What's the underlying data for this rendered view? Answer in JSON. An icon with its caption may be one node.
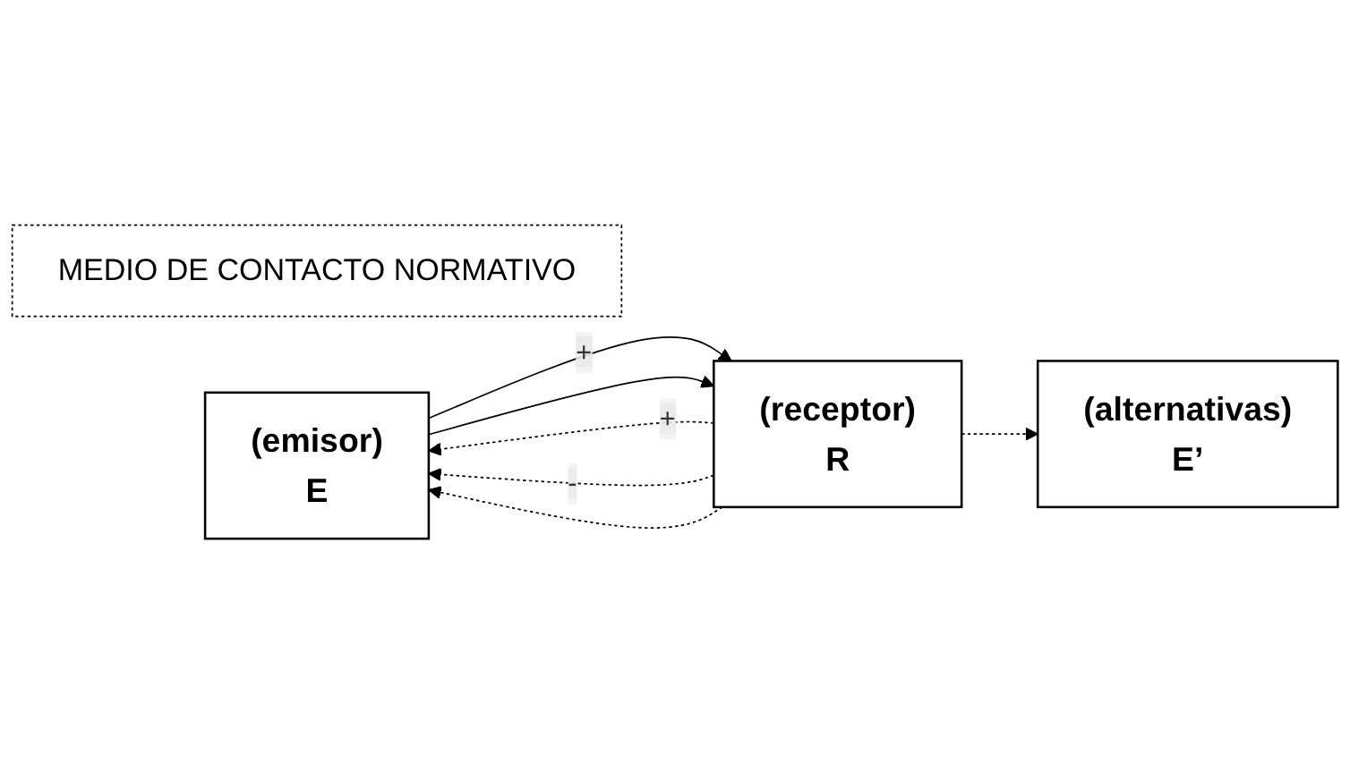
{
  "diagram": {
    "nodes": [
      {
        "text": [
          "MEDIO DE CONTACTO NORMATIVO"
        ]
      },
      {
        "text": [
          "(emisor)",
          "E"
        ]
      },
      {
        "text": [
          "(receptor)",
          "R"
        ]
      },
      {
        "text": [
          "(alternativas)",
          "E’"
        ]
      }
    ],
    "edges": [
      {
        "from": 1,
        "to": 2,
        "arrow": "to",
        "label": "+"
      },
      {
        "from": 1,
        "to": 2,
        "arrow": "to"
      },
      {
        "from": 2,
        "to": 1,
        "arrow": "to",
        "style": "dashed",
        "label": "+"
      },
      {
        "from": 2,
        "to": 1,
        "arrow": "to",
        "style": "dashed",
        "label": "-"
      },
      {
        "from": 2,
        "to": 1,
        "arrow": "to",
        "style": "dashed"
      },
      {
        "from": 2,
        "to": 3,
        "arrow": "to",
        "style": "dashed"
      }
    ]
  }
}
